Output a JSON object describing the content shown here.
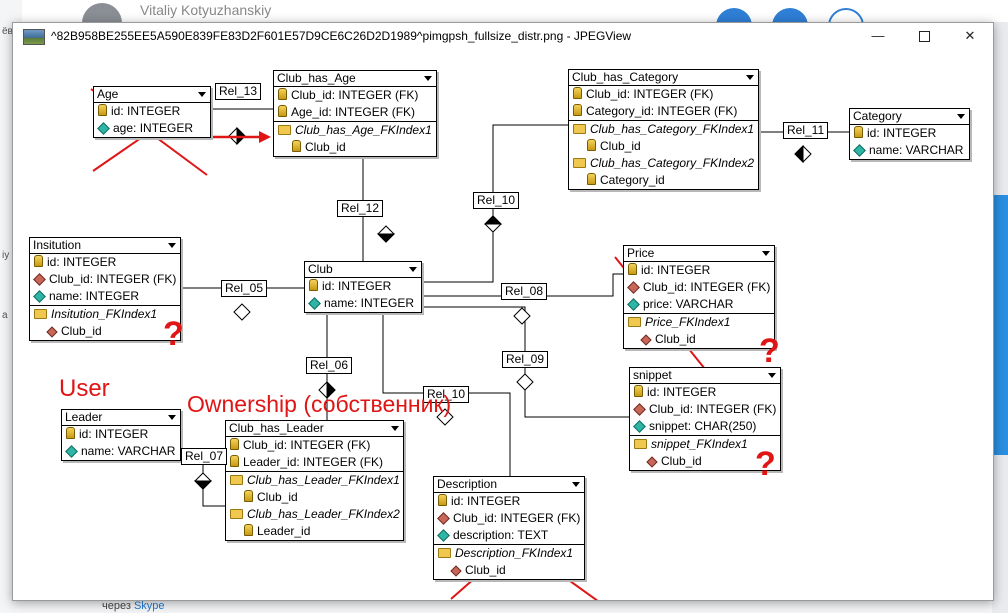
{
  "background": {
    "user_name": "Vitaliy Kotyuzhanskiy",
    "side_chars": [
      "ёв",
      "iy",
      "а"
    ],
    "bottom_prefix": "через",
    "bottom_link": "Skype"
  },
  "window": {
    "title": "^82B958BE255EE5A590E839FE83D2F601E57D9CE6C26D2D1989^pimgpsh_fullsize_distr.png - JPEGView",
    "minimize_glyph": "—",
    "close_glyph": "✕"
  },
  "tables": {
    "age": {
      "name": "Age",
      "rows": [
        "id: INTEGER",
        "age: INTEGER"
      ]
    },
    "club_has_age": {
      "name": "Club_has_Age",
      "rows": [
        "Club_id: INTEGER (FK)",
        "Age_id: INTEGER (FK)",
        "Club_has_Age_FKIndex1",
        "Club_id"
      ]
    },
    "club_has_category": {
      "name": "Club_has_Category",
      "rows": [
        "Club_id: INTEGER (FK)",
        "Category_id: INTEGER (FK)",
        "Club_has_Category_FKIndex1",
        "Club_id",
        "Club_has_Category_FKIndex2",
        "Category_id"
      ]
    },
    "category": {
      "name": "Category",
      "rows": [
        "id: INTEGER",
        "name: VARCHAR"
      ]
    },
    "insitution": {
      "name": "Insitution",
      "rows": [
        "id: INTEGER",
        "Club_id: INTEGER (FK)",
        "name: INTEGER",
        "Insitution_FKIndex1",
        "Club_id"
      ]
    },
    "club": {
      "name": "Club",
      "rows": [
        "id: INTEGER",
        "name: INTEGER"
      ]
    },
    "price": {
      "name": "Price",
      "rows": [
        "id: INTEGER",
        "Club_id: INTEGER (FK)",
        "price: VARCHAR",
        "Price_FKIndex1",
        "Club_id"
      ]
    },
    "snippet": {
      "name": "snippet",
      "rows": [
        "id: INTEGER",
        "Club_id: INTEGER (FK)",
        "snippet: CHAR(250)",
        "snippet_FKIndex1",
        "Club_id"
      ]
    },
    "leader": {
      "name": "Leader",
      "rows": [
        "id: INTEGER",
        "name: VARCHAR"
      ]
    },
    "club_has_leader": {
      "name": "Club_has_Leader",
      "rows": [
        "Club_id: INTEGER (FK)",
        "Leader_id: INTEGER (FK)",
        "Club_has_Leader_FKIndex1",
        "Club_id",
        "Club_has_Leader_FKIndex2",
        "Leader_id"
      ]
    },
    "description": {
      "name": "Description",
      "rows": [
        "id: INTEGER",
        "Club_id: INTEGER (FK)",
        "description: TEXT",
        "Description_FKIndex1",
        "Club_id"
      ]
    }
  },
  "relations": {
    "rel13": "Rel_13",
    "rel12": "Rel_12",
    "rel10a": "Rel_10",
    "rel11": "Rel_11",
    "rel05": "Rel_05",
    "rel08": "Rel_08",
    "rel09": "Rel_09",
    "rel06": "Rel_06",
    "rel10b": "Rel_10",
    "rel07": "Rel_07"
  },
  "annotations": {
    "user": "User",
    "ownership": "Ownership (собственник)",
    "question_mark": "?",
    "color": "#e01515"
  }
}
